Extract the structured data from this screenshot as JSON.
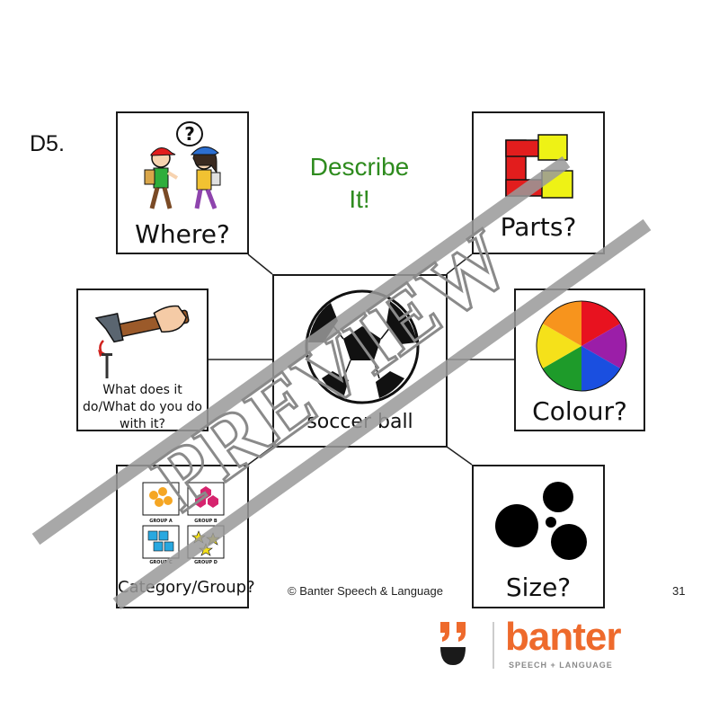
{
  "slide": {
    "id_label": "D5.",
    "title_line1": "Describe",
    "title_line2": "It!",
    "center_label": "soccer ball",
    "copyright": "© Banter Speech & Language",
    "page_number": "31",
    "watermark": "PREVIEW"
  },
  "cards": {
    "where": "Where?",
    "parts": "Parts?",
    "function_line1": "What does it",
    "function_line2": "do/What do you do",
    "function_line3": "with it?",
    "colour": "Colour?",
    "category": "Category/Group?",
    "size": "Size?",
    "group_a": "GROUP A",
    "group_b": "GROUP B",
    "group_c": "GROUP C",
    "group_d": "GROUP D"
  },
  "logo": {
    "word": "banter",
    "tagline": "SPEECH + LANGUAGE"
  },
  "colors": {
    "title_green": "#2e8b1e",
    "brand_orange": "#ee6a2c",
    "watermark_gray": "#9a9a9a"
  }
}
